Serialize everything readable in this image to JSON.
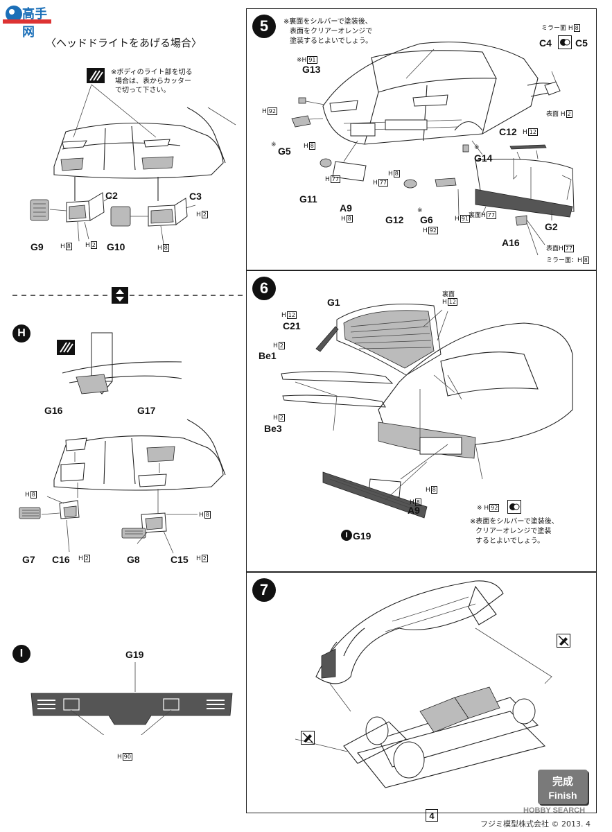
{
  "watermark": "高手网",
  "headlight_up": {
    "title": "〈ヘッドドライトをあげる場合〉",
    "note": [
      "※ボディのライト部を切る",
      "場合は、表からカッター",
      "で切って下さい。"
    ],
    "parts": {
      "c2": "C2",
      "c3": "C3",
      "g9": "G9",
      "g10": "G10",
      "h8a": "H",
      "h8a_n": "8",
      "h2a": "H",
      "h2a_n": "2",
      "h2b": "H",
      "h2b_n": "2",
      "h8b": "H",
      "h8b_n": "8"
    }
  },
  "step_h": {
    "letter": "H",
    "parts": {
      "g16": "G16",
      "g17": "G17",
      "g7": "G7",
      "c16": "C16",
      "g8": "G8",
      "c15": "C15",
      "h8_left": "H",
      "h8_left_n": "8",
      "h8_right": "H",
      "h8_right_n": "8",
      "h2_c16": "H",
      "h2_c16_n": "2",
      "h2_c15": "H",
      "h2_c15_n": "2"
    }
  },
  "step_i": {
    "letter": "I",
    "part": "G19",
    "code": "H",
    "code_n": "90"
  },
  "step5": {
    "number": "5",
    "note": [
      "※裏面をシルバーで塗装後、",
      "表面をクリアーオレンジで",
      "塗装するとよいでしょう。"
    ],
    "parts": {
      "g13": "G13",
      "g13_code": "※H",
      "g13_code_n": "91",
      "h92": "H",
      "h92_n": "92",
      "g5": "G5",
      "g5_mark": "※",
      "h8_g5": "H",
      "h8_g5_n": "8",
      "g11": "G11",
      "h77_g11": "H",
      "h77_g11_n": "77",
      "a9": "A9",
      "h8_a9": "H",
      "h8_a9_n": "8",
      "h77_mid": "H",
      "h77_mid_n": "77",
      "h8_mid": "H",
      "h8_mid_n": "8",
      "g12": "G12",
      "g6": "G6",
      "g6_mark": "※",
      "h92_g6": "H",
      "h92_g6_n": "92",
      "h91": "H",
      "h91_n": "91",
      "g14": "G14",
      "g14_mark": "※",
      "c12": "C12",
      "h12": "H",
      "h12_n": "12",
      "c4": "C4",
      "c5": "C5",
      "mirror": "ミラー面",
      "mirror_h": "H",
      "mirror_h_n": "8",
      "surface": "表面",
      "surface_h": "H",
      "surface_h_n": "2",
      "back": "裏面",
      "back_h": "H",
      "back_h_n": "77",
      "g2": "G2",
      "a16": "A16",
      "a16_surface": "表面",
      "a16_surface_h": "H",
      "a16_surface_h_n": "77",
      "a16_mirror": "ミラー面：",
      "a16_mirror_h": "H",
      "a16_mirror_h_n": "8"
    }
  },
  "step6": {
    "number": "6",
    "note": [
      "※表面をシルバーで塗装後、",
      "クリアーオレンジで塗装",
      "するとよいでしょう。"
    ],
    "parts": {
      "g1": "G1",
      "back": "裏面",
      "back_h": "H",
      "back_h_n": "12",
      "h12": "H",
      "h12_n": "12",
      "c21": "C21",
      "h2a": "H",
      "h2a_n": "2",
      "be1": "Be1",
      "h2b": "H",
      "h2b_n": "2",
      "be3": "Be3",
      "h8a": "H",
      "h8a_n": "8",
      "h8b": "H",
      "h8b_n": "8",
      "a9": "A9",
      "g19": "G19",
      "g19_letter": "I",
      "h92": "※ H",
      "h92_n": "92"
    }
  },
  "step7": {
    "number": "7"
  },
  "finish": {
    "jp": "完成",
    "en": "Finish"
  },
  "page_number": "4",
  "footer": "フジミ模型株式会社 © 2013. 4",
  "footer_watermark": "HOBBY SEARCH"
}
